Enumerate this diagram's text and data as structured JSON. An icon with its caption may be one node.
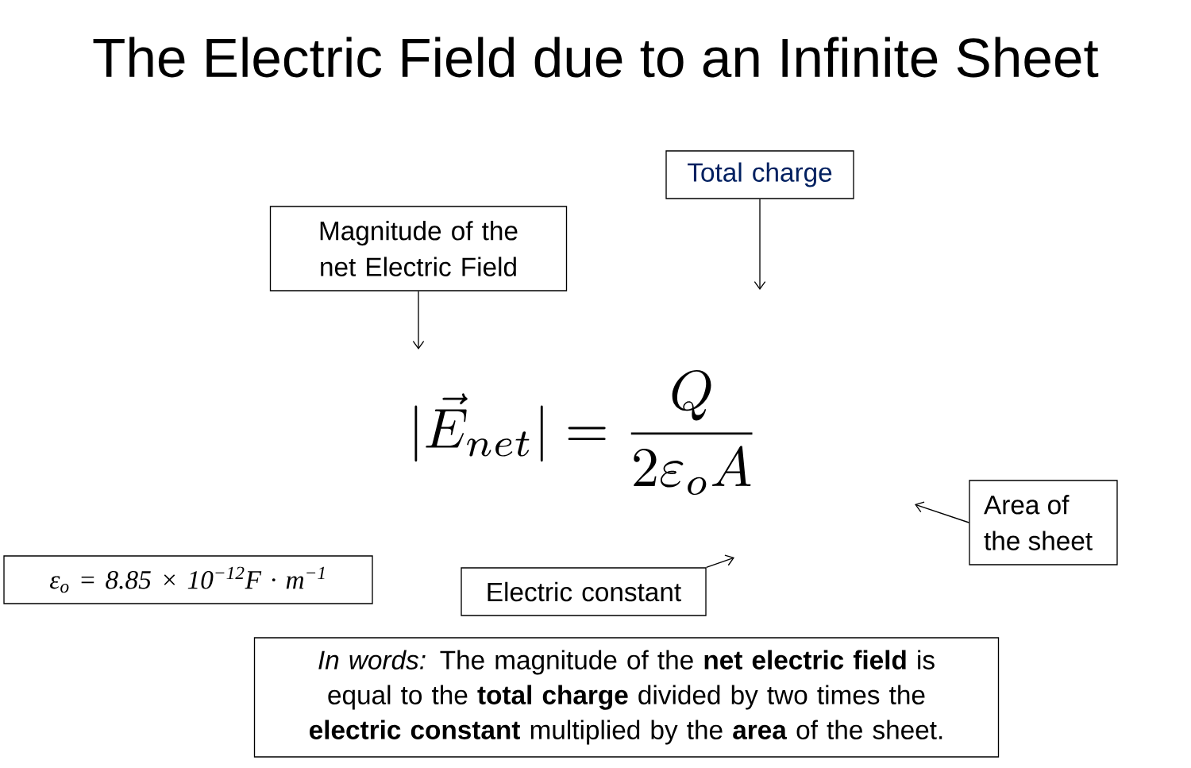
{
  "diagram": {
    "title": "The Electric Field due to an Infinite Sheet",
    "nodes": [
      {
        "text": [
          "Magnitude of the net Electric Field"
        ]
      },
      {
        "text": [
          "Total charge"
        ]
      },
      {
        "text": [
          "Area of the sheet"
        ]
      },
      {
        "text": [
          "Electric constant"
        ]
      },
      {
        "text": [
          "ε$_{o}$ = 8.85 × 10$^{−12}$F · m$^{−1}$"
        ]
      },
      {
        "text": [
          "*In words:* The magnitude of the **net electric field** is equal to the **total charge** divided by two times the **electric constant** multiplied by the **area** of the sheet."
        ]
      }
    ],
    "edges": [
      {
        "from": 0,
        "to": null,
        "arrow": "to"
      },
      {
        "from": 1,
        "to": null,
        "arrow": "to"
      },
      {
        "from": 2,
        "to": null,
        "arrow": "to"
      },
      {
        "from": 3,
        "to": null,
        "arrow": "to"
      }
    ],
    "labels": [
      "|\\vec{E}_{net}| = \\frac{Q}{2\\varepsilon_o A}"
    ]
  }
}
